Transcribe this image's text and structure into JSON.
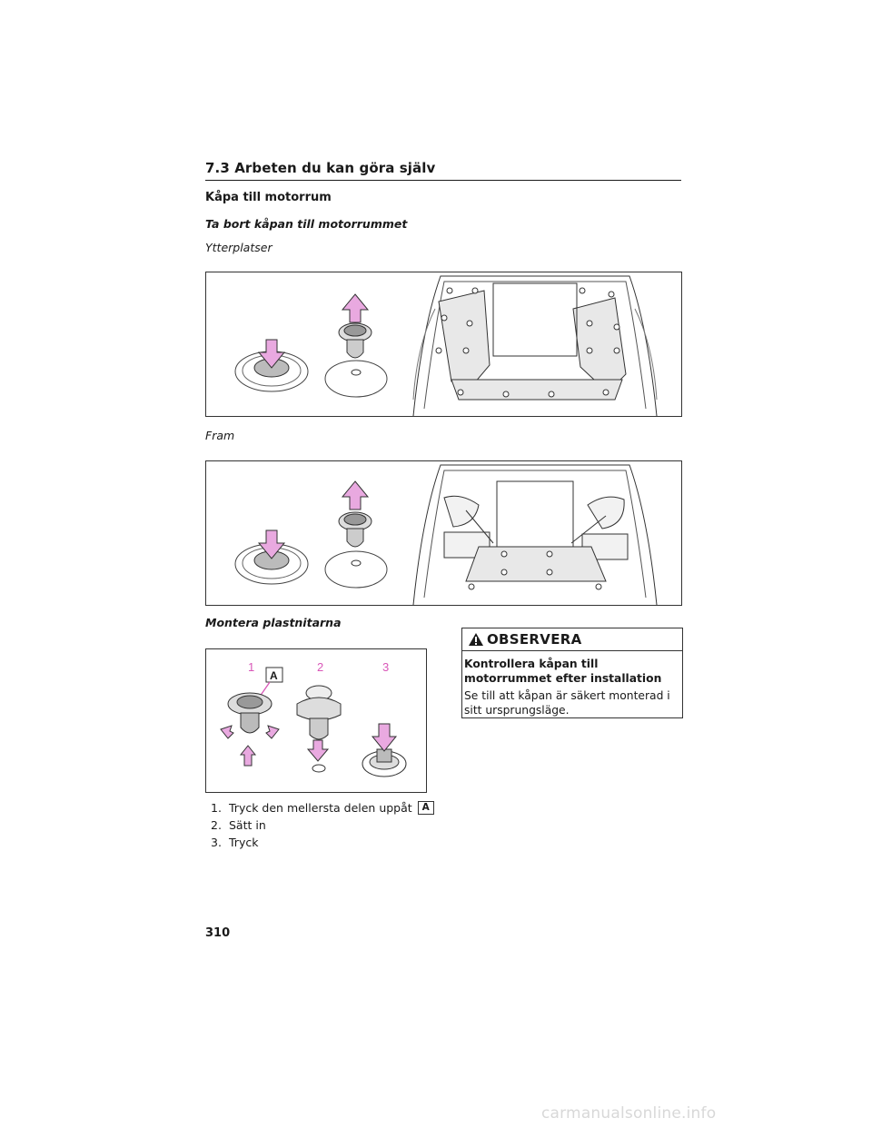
{
  "header": {
    "section": "7.3 Arbeten du kan göra själv"
  },
  "content": {
    "title": "Kåpa till motorrum",
    "subtitle": "Ta bort kåpan till motorrummet",
    "fig1_label": "Ytterplatser",
    "fig2_label": "Fram",
    "install_heading": "Montera plastnitarna",
    "fig3": {
      "numbers": [
        "1",
        "2",
        "3"
      ],
      "callout": "A"
    },
    "steps": [
      {
        "num": "1.",
        "text": "Tryck den mellersta delen uppåt",
        "badge": "A"
      },
      {
        "num": "2.",
        "text": "Sätt in"
      },
      {
        "num": "3.",
        "text": "Tryck"
      }
    ]
  },
  "notice": {
    "label": "OBSERVERA",
    "title": "Kontrollera kåpan till motorrummet efter installation",
    "text": "Se till att kåpan är säkert monterad i sitt ursprungsläge."
  },
  "footer": {
    "page_number": "310",
    "watermark": "carmanualsonline.info"
  },
  "colors": {
    "arrow": "#e9a9e0",
    "accent_number": "#d957b8",
    "panel": "#e8e8e8"
  },
  "icons": [
    "warning-triangle-icon",
    "arrow-up-icon",
    "arrow-down-icon"
  ]
}
